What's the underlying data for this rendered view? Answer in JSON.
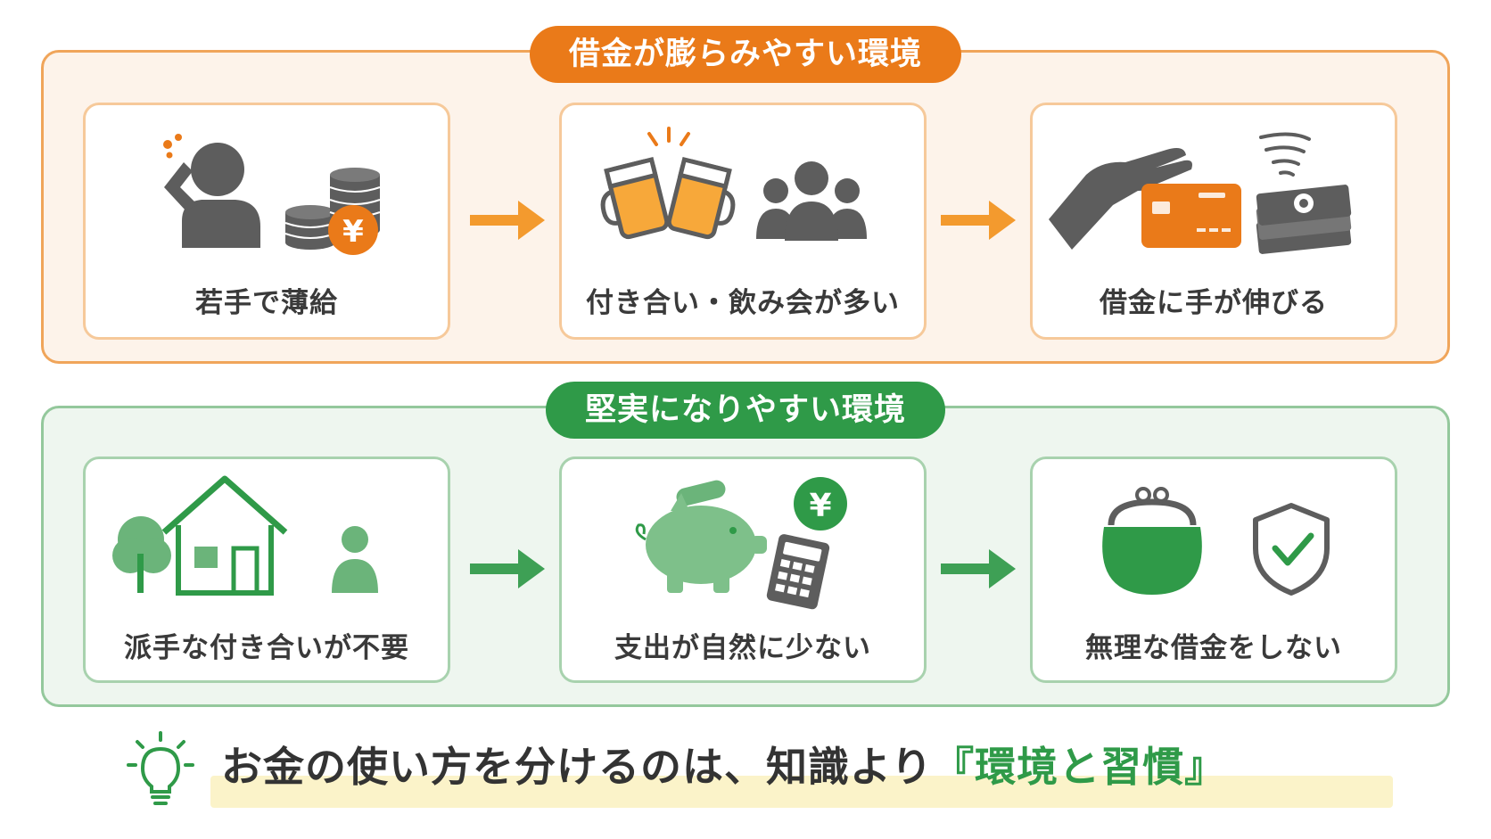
{
  "colors": {
    "orange": "#ea7a19",
    "orange_light": "#fdf3ea",
    "green": "#2f9a48",
    "green_light": "#eef6ef",
    "gray": "#5d5d5d",
    "text": "#333333"
  },
  "sections": [
    {
      "id": "debt",
      "title": "借金が膨らみやすい環境",
      "steps": [
        {
          "label": "若手で薄給",
          "icon": "worried-person-coins-icon",
          "badge": "¥"
        },
        {
          "label": "付き合い・飲み会が多い",
          "icon": "beer-toast-group-icon"
        },
        {
          "label": "借金に手が伸びる",
          "icon": "hand-credit-card-cash-icon"
        }
      ]
    },
    {
      "id": "steady",
      "title": "堅実になりやすい環境",
      "steps": [
        {
          "label": "派手な付き合いが不要",
          "icon": "house-tree-person-icon"
        },
        {
          "label": "支出が自然に少ない",
          "icon": "piggy-bank-calculator-icon",
          "badge": "¥"
        },
        {
          "label": "無理な借金をしない",
          "icon": "purse-shield-check-icon"
        }
      ]
    }
  ],
  "footer": {
    "icon": "lightbulb-icon",
    "text_main": "お金の使い方を分けるのは、知識より",
    "text_emphasis": "『環境と習慣』"
  }
}
